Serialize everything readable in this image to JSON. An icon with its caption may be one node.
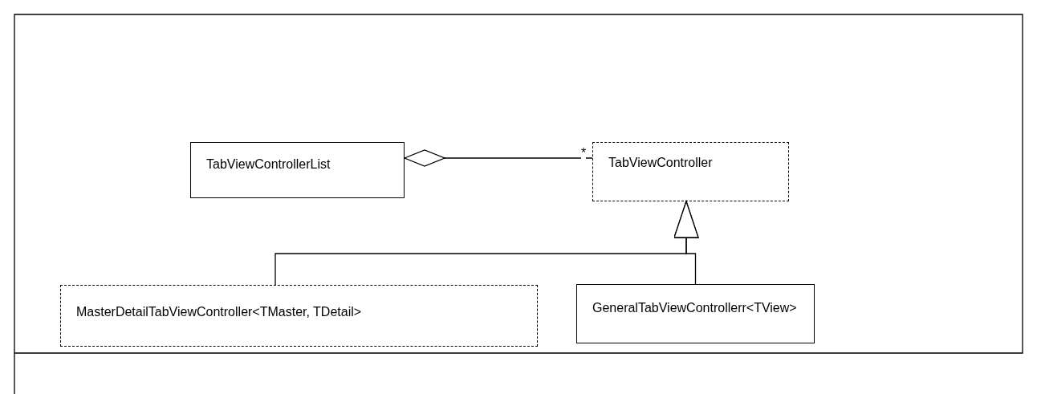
{
  "diagram": {
    "nodes": [
      {
        "text": [
          "TabViewControllerList"
        ]
      },
      {
        "text": [
          "TabViewController"
        ]
      },
      {
        "text": [
          "MasterDetailTabViewController<TMaster, TDetail>"
        ]
      },
      {
        "text": [
          "GeneralTabViewControllerr<TView>"
        ]
      }
    ],
    "edges": [
      {
        "from": 0,
        "to": 1,
        "arrow": "other",
        "label": "*"
      },
      {
        "from": 2,
        "to": 1,
        "arrow": "to"
      },
      {
        "from": 3,
        "to": 1,
        "arrow": "to"
      }
    ]
  }
}
